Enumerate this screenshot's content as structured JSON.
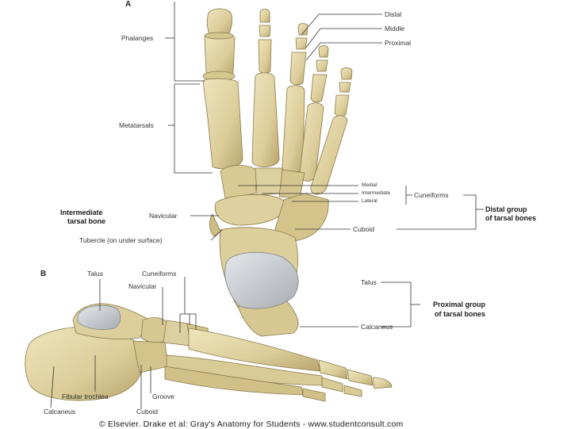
{
  "panels": {
    "a": "A",
    "b": "B"
  },
  "panel_a": {
    "phalanges": "Phalanges",
    "distal": "Distal",
    "middle": "Middle",
    "proximal": "Proximal",
    "metatarsals": "Metatarsals",
    "intermediate_tarsal_bone": [
      "Intermediate",
      "tarsal bone"
    ],
    "navicular": "Navicular",
    "tubercle": "Tubercle (on under surface)",
    "medial": "Medial",
    "intermediate": "Intermediate",
    "lateral": "Lateral",
    "cuneiforms": "Cuneiforms",
    "distal_group": [
      "Distal group",
      "of tarsal bones"
    ],
    "cuboid": "Cuboid",
    "talus": "Talus",
    "calcaneus": "Calcaneus",
    "proximal_group": [
      "Proximal group",
      "of tarsal bones"
    ]
  },
  "panel_b": {
    "talus": "Talus",
    "cuneiforms": "Cuneiforms",
    "navicular": "Navicular",
    "fibular_trochlea": "Fibular trochlea",
    "groove": "Groove",
    "calcaneus": "Calcaneus",
    "cuboid": "Cuboid"
  },
  "credit": "© Elsevier. Drake et al: Gray's Anatomy for Students - www.studentconsult.com",
  "colors": {
    "bone": "#e3d6a8",
    "bone_shadow": "#b8a672",
    "bone_outline": "#8a7a4a",
    "cartilage": "#c9cdd2",
    "leader_line": "#333333"
  }
}
